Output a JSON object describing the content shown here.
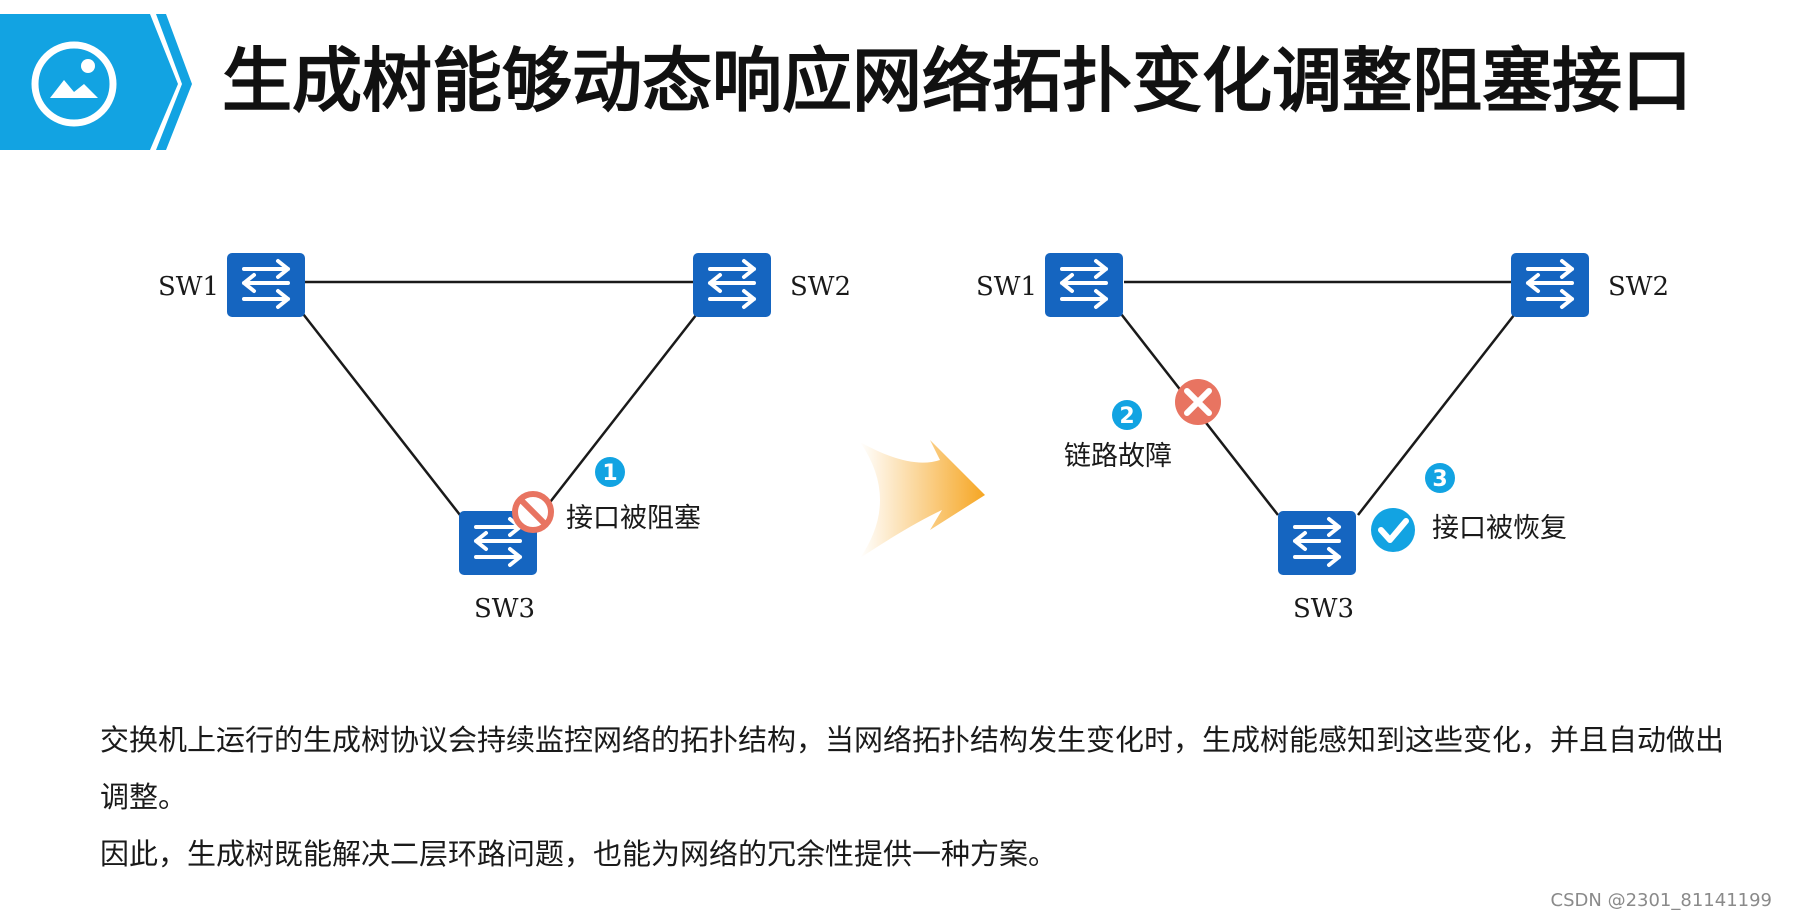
{
  "title": "生成树能够动态响应网络拓扑变化调整阻塞接口",
  "header_icon": "image-icon",
  "colors": {
    "accent": "#12a3e2",
    "switch": "#1565c0",
    "blocked": "#e87461",
    "ok": "#12a3e2",
    "arrow": "#f6a623"
  },
  "diagram_before": {
    "nodes": [
      "SW1",
      "SW2",
      "SW3"
    ],
    "step_number": "1",
    "annotation": "接口被阻塞",
    "status_icon": "blocked-icon"
  },
  "transition_icon": "arrow-right-icon",
  "diagram_after": {
    "nodes": [
      "SW1",
      "SW2",
      "SW3"
    ],
    "fault_step_number": "2",
    "fault_annotation": "链路故障",
    "fault_icon": "fault-x-icon",
    "recover_step_number": "3",
    "recover_annotation": "接口被恢复",
    "recover_icon": "check-icon"
  },
  "body": {
    "paragraph1": "交换机上运行的生成树协议会持续监控网络的拓扑结构，当网络拓扑结构发生变化时，生成树能感知到这些变化，并且自动做出调整。",
    "paragraph2": "因此，生成树既能解决二层环路问题，也能为网络的冗余性提供一种方案。"
  },
  "watermark": "CSDN @2301_81141199"
}
